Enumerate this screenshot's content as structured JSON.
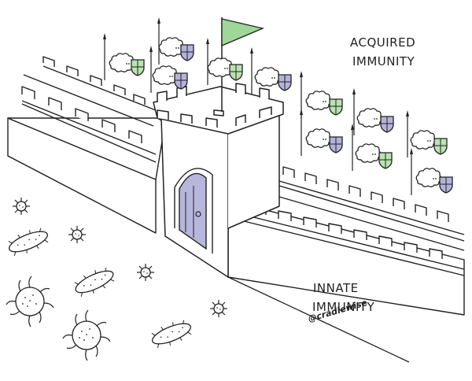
{
  "labels": {
    "acquired_line1": "ACQUIRED",
    "acquired_line2": "IMMUNITY",
    "innate_line1": "INNATE",
    "innate_line2": "IMMUNITY",
    "handle": "@cradlewise"
  },
  "colors": {
    "ink": "#222222",
    "flag_green": "#9fd69a",
    "shield_purple": "#b4b3dc",
    "shield_green": "#b9e3b0",
    "door_purple": "#b7b6dc",
    "bacteria_fill": "#ffffff"
  }
}
